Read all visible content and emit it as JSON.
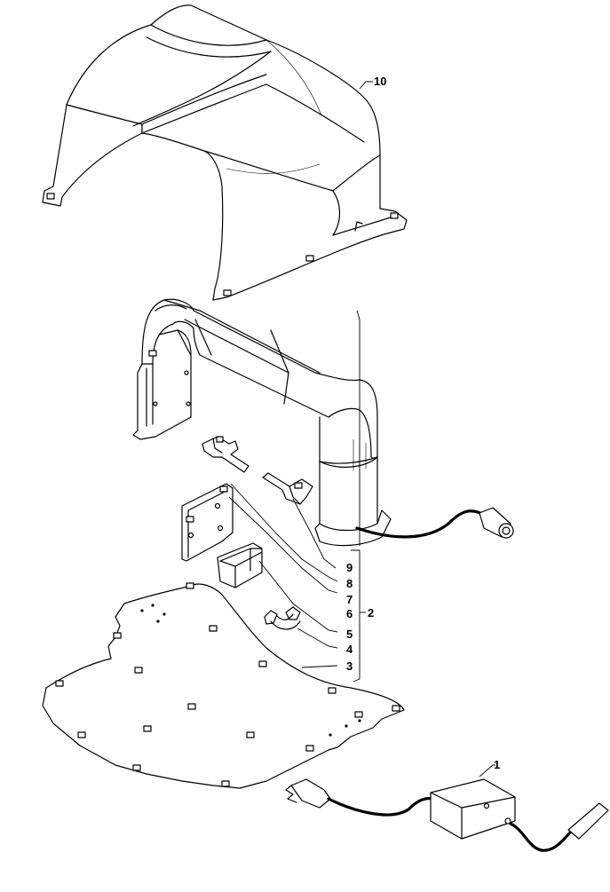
{
  "callouts": {
    "p1": "1",
    "p2": "2",
    "p3": "3",
    "p4": "4",
    "p5": "5",
    "p6": "6",
    "p7": "7",
    "p8": "8",
    "p9": "9",
    "p10": "10"
  }
}
